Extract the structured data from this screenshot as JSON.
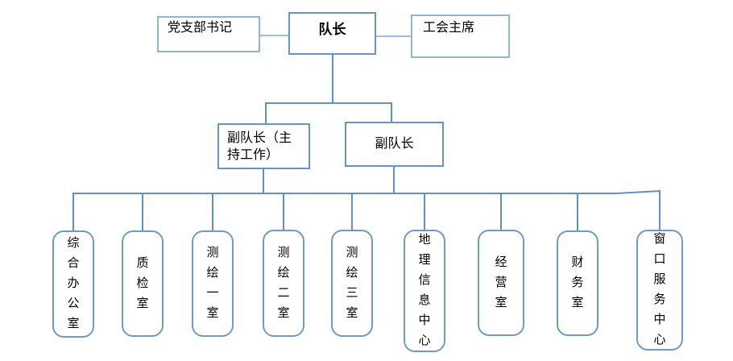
{
  "colors": {
    "background": "#ffffff",
    "text": "#000000",
    "border-main": "#6a94c4",
    "border-light": "#95b3d7",
    "border-rounded": "#6d9cc8",
    "line-mid": "#6090c5",
    "line-light": "#a3bcdc"
  },
  "org": {
    "type": "org-chart",
    "leader": {
      "label": "队长"
    },
    "party_secretary": {
      "label": "党支部书记"
    },
    "union_chairman": {
      "label": "工会主席"
    },
    "deputy_executive": {
      "label": "副队长（主持工作）"
    },
    "deputy": {
      "label": "副队长"
    },
    "departments": [
      {
        "label": "综合办公室"
      },
      {
        "label": "质检室"
      },
      {
        "label": "测绘一室"
      },
      {
        "label": "测绘二室"
      },
      {
        "label": "测绘三室"
      },
      {
        "label": "地理信息中心"
      },
      {
        "label": "经营室"
      },
      {
        "label": "财务室"
      },
      {
        "label": "窗口服务中心"
      }
    ],
    "edges": [
      {
        "from": "队长",
        "to": "党支部书记"
      },
      {
        "from": "队长",
        "to": "工会主席"
      },
      {
        "from": "队长",
        "to": "副队长（主持工作）"
      },
      {
        "from": "队长",
        "to": "副队长"
      },
      {
        "from": "副队长（主持工作）/副队长",
        "to": "综合办公室"
      },
      {
        "from": "副队长（主持工作）/副队长",
        "to": "质检室"
      },
      {
        "from": "副队长（主持工作）/副队长",
        "to": "测绘一室"
      },
      {
        "from": "副队长（主持工作）/副队长",
        "to": "测绘二室"
      },
      {
        "from": "副队长（主持工作）/副队长",
        "to": "测绘三室"
      },
      {
        "from": "副队长（主持工作）/副队长",
        "to": "地理信息中心"
      },
      {
        "from": "副队长（主持工作）/副队长",
        "to": "经营室"
      },
      {
        "from": "副队长（主持工作）/副队长",
        "to": "财务室"
      },
      {
        "from": "副队长（主持工作）/副队长",
        "to": "窗口服务中心"
      }
    ]
  }
}
